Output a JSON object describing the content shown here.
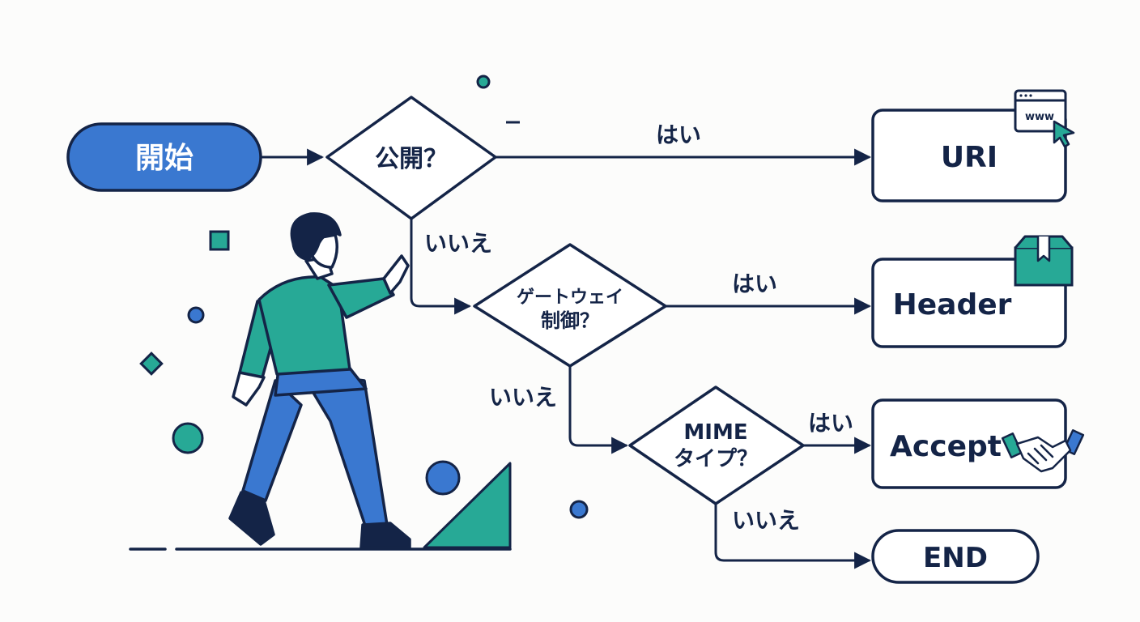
{
  "colors": {
    "ink": "#142447",
    "blue": "#3a78d0",
    "teal": "#27a996",
    "background": "#fcfcfb",
    "white": "#ffffff"
  },
  "nodes": {
    "start": "開始",
    "decision_public": "公開？",
    "decision_gateway_line1": "ゲートウェイ",
    "decision_gateway_line2": "制御？",
    "decision_mime_line1": "MIME",
    "decision_mime_line2": "タイプ？",
    "uri": "URI",
    "header": "Header",
    "accept": "Accept",
    "end": "END"
  },
  "edges": {
    "yes_public": "はい",
    "no_public": "いいえ",
    "yes_gateway": "はい",
    "no_gateway": "いいえ",
    "yes_mime": "はい",
    "no_mime": "いいえ"
  },
  "icons": {
    "browser_text": "www",
    "browser_icon": "browser-window-icon",
    "package_icon": "package-box-icon",
    "handshake_icon": "handshake-icon",
    "person_illustration": "person-pointing-illustration"
  }
}
